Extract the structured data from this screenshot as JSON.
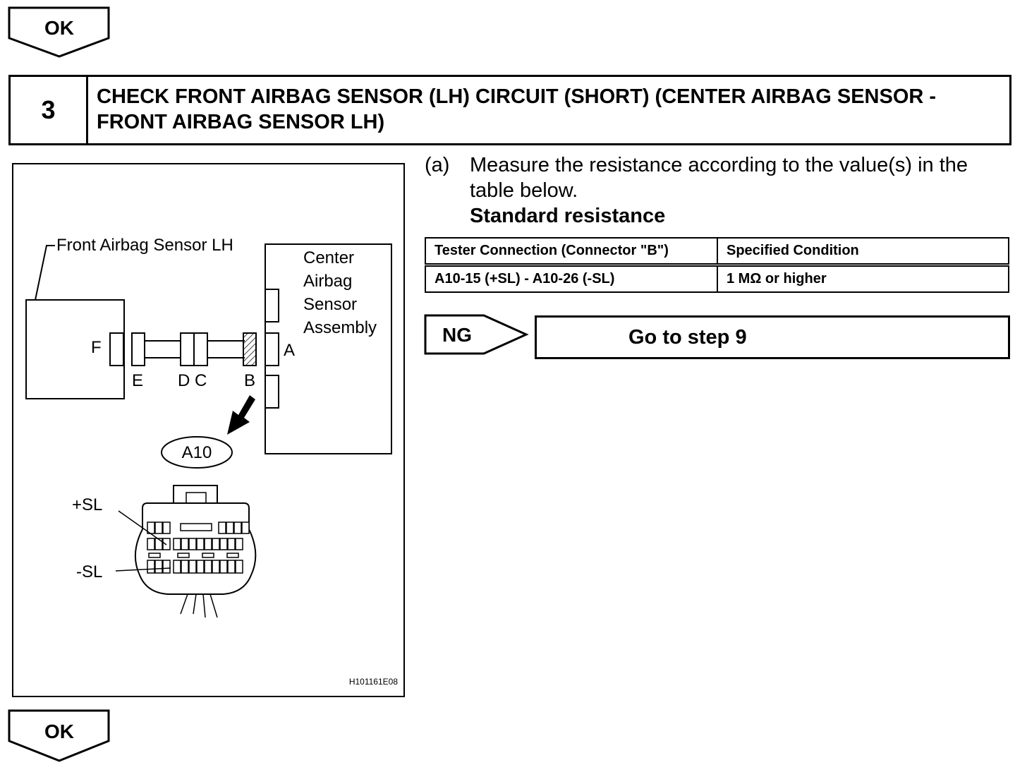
{
  "ok_top": {
    "label": "OK"
  },
  "step": {
    "number": "3",
    "title_line1": "CHECK FRONT AIRBAG SENSOR (LH) CIRCUIT (SHORT) (CENTER AIRBAG SENSOR -",
    "title_line2": "FRONT AIRBAG SENSOR LH)"
  },
  "instruction": {
    "label": "(a)",
    "text_line1": "Measure the resistance according to the value(s) in the",
    "text_line2": "table below.",
    "standard": "Standard resistance"
  },
  "table": {
    "headers": [
      "Tester Connection (Connector \"B\")",
      "Specified Condition"
    ],
    "rows": [
      [
        "A10-15 (+SL) - A10-26 (-SL)",
        "1 MΩ or higher"
      ]
    ]
  },
  "ng": {
    "label": "NG",
    "action": "Go to step 9"
  },
  "diagram": {
    "front_sensor_label": "Front Airbag Sensor LH",
    "center_label": [
      "Center",
      "Airbag",
      "Sensor",
      "Assembly"
    ],
    "connector_labels": {
      "a": "A",
      "b": "B",
      "c": "C",
      "d": "D",
      "e": "E",
      "f": "F"
    },
    "connector_id": "A10",
    "plus_sl": "+SL",
    "minus_sl": "-SL",
    "figure_code": "H101161E08"
  },
  "ok_bottom": {
    "label": "OK"
  }
}
